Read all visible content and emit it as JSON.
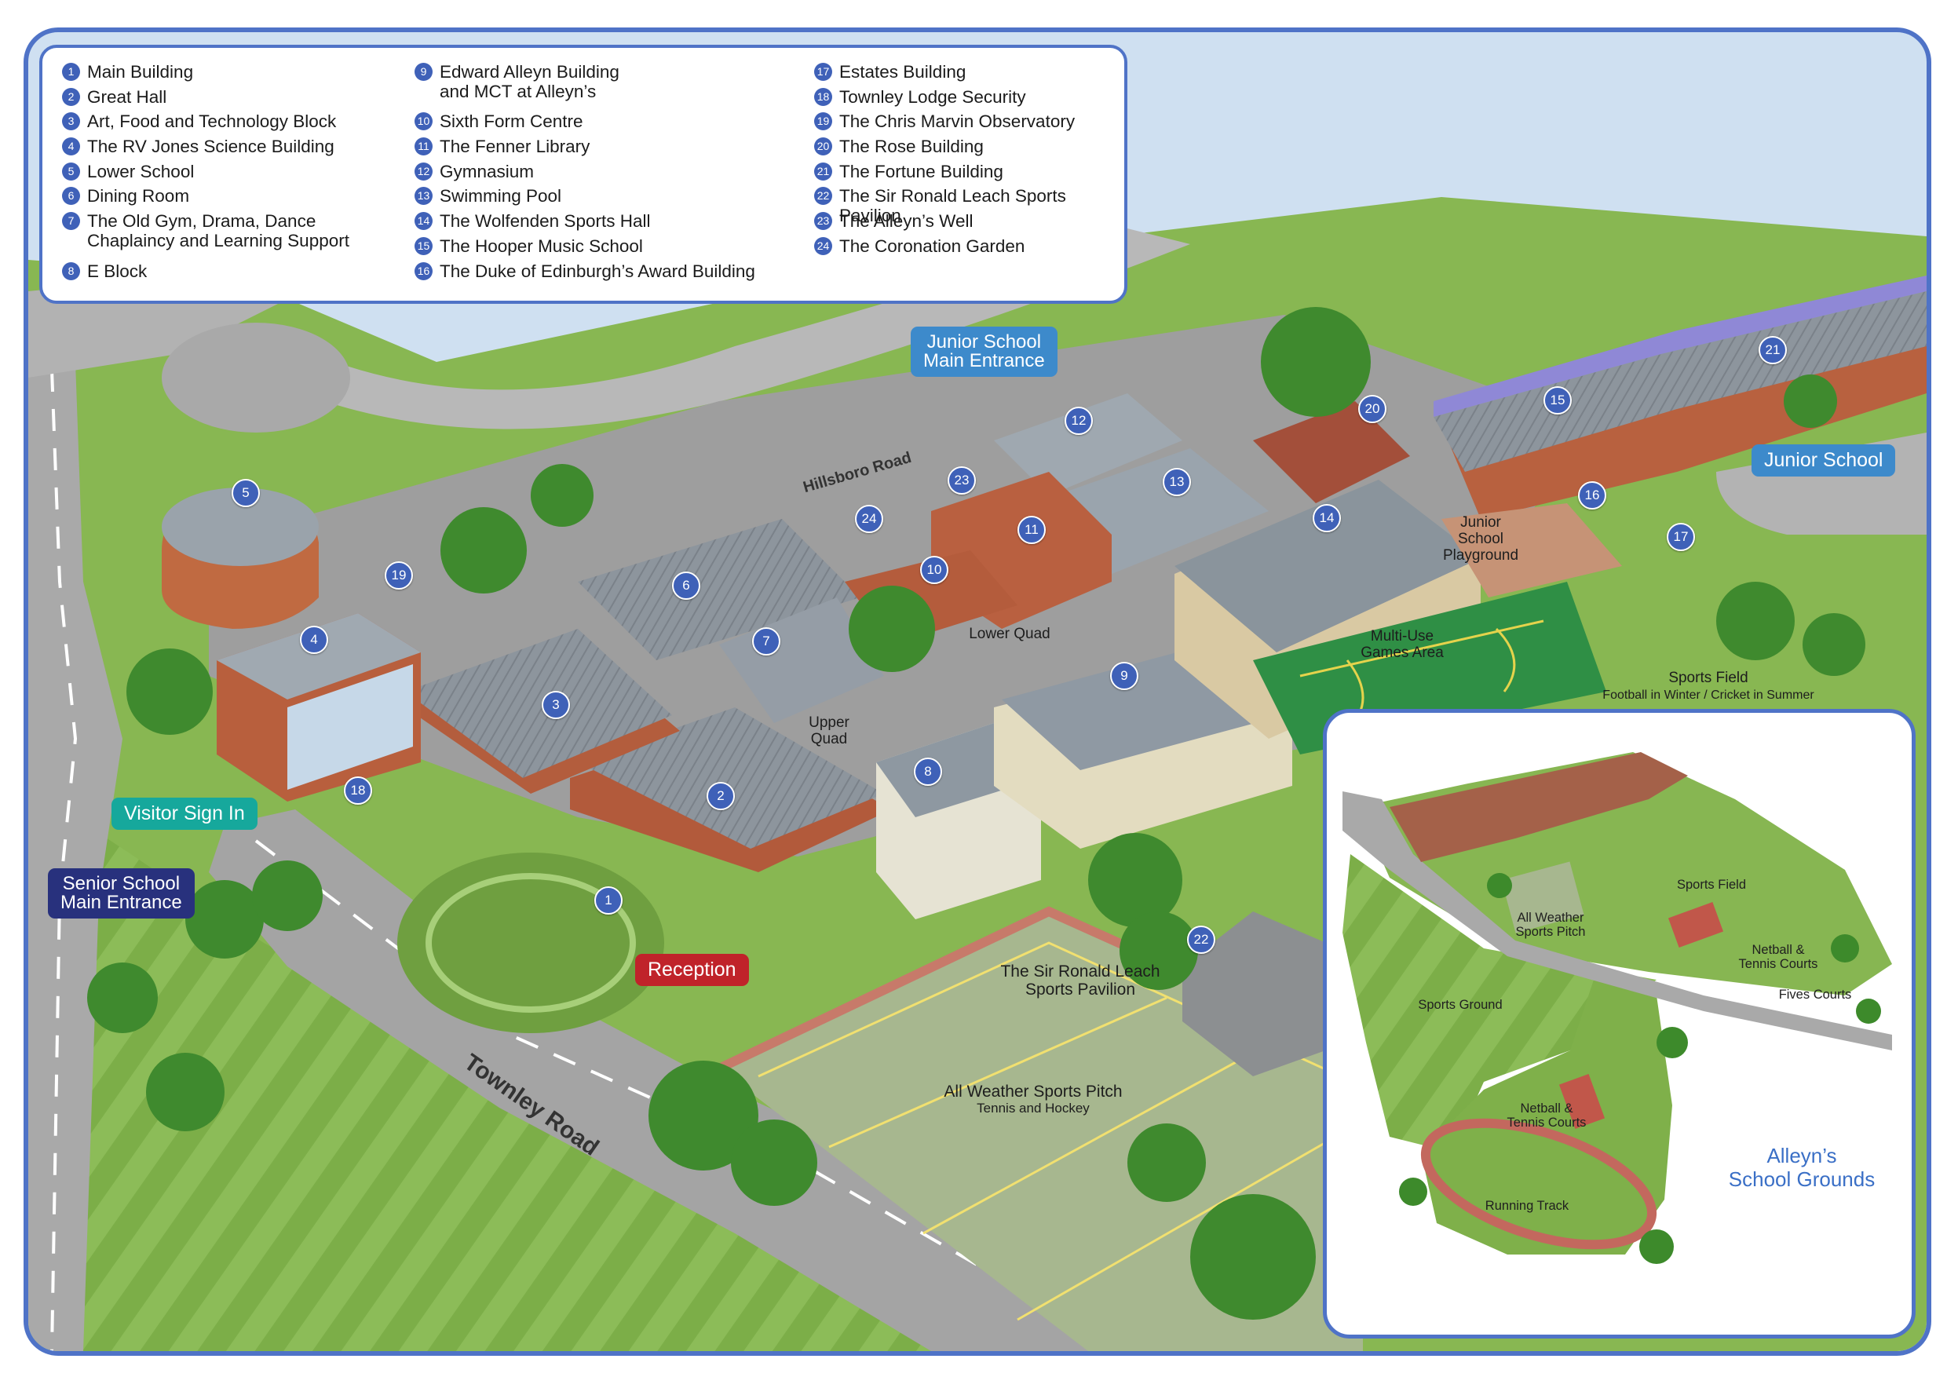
{
  "legend": {
    "columns": [
      [
        {
          "num": "1",
          "text": "Main Building"
        },
        {
          "num": "2",
          "text": "Great Hall"
        },
        {
          "num": "3",
          "text": "Art, Food and Technology Block"
        },
        {
          "num": "4",
          "text": "The RV Jones Science Building"
        },
        {
          "num": "5",
          "text": "Lower School"
        },
        {
          "num": "6",
          "text": "Dining Room"
        },
        {
          "num": "7",
          "text": "The Old Gym, Drama, Dance\nChaplaincy and Learning Support"
        },
        {
          "num": "8",
          "text": "E Block"
        }
      ],
      [
        {
          "num": "9",
          "text": "Edward Alleyn Building\nand MCT at Alleyn’s"
        },
        {
          "num": "10",
          "text": "Sixth Form Centre"
        },
        {
          "num": "11",
          "text": "The Fenner Library"
        },
        {
          "num": "12",
          "text": "Gymnasium"
        },
        {
          "num": "13",
          "text": "Swimming Pool"
        },
        {
          "num": "14",
          "text": "The Wolfenden Sports Hall"
        },
        {
          "num": "15",
          "text": "The Hooper Music School"
        },
        {
          "num": "16",
          "text": "The Duke of Edinburgh’s Award Building"
        }
      ],
      [
        {
          "num": "17",
          "text": "Estates Building"
        },
        {
          "num": "18",
          "text": "Townley Lodge Security"
        },
        {
          "num": "19",
          "text": "The Chris Marvin Observatory"
        },
        {
          "num": "20",
          "text": "The Rose Building"
        },
        {
          "num": "21",
          "text": "The Fortune Building"
        },
        {
          "num": "22",
          "text": "The Sir Ronald Leach Sports Pavilion"
        },
        {
          "num": "23",
          "text": "The Alleyn’s Well"
        },
        {
          "num": "24",
          "text": "The Coronation Garden"
        }
      ]
    ]
  },
  "callouts": {
    "junior_entrance": "Junior School\nMain Entrance",
    "junior_school": "Junior School",
    "visitor_sign_in": "Visitor Sign In",
    "senior_entrance": "Senior School\nMain Entrance",
    "reception": "Reception"
  },
  "roads": {
    "hillsboro": "Hillsboro Road",
    "townley": "Townley Road"
  },
  "areas": {
    "lower_quad": "Lower Quad",
    "upper_quad": "Upper\nQuad",
    "junior_playground": "Junior\nSchool\nPlayground",
    "muga": "Multi-Use\nGames Area",
    "sports_field": "Sports Field",
    "sports_field_sub": "Football in Winter / Cricket in Summer",
    "pavilion": "The Sir Ronald Leach\nSports Pavilion",
    "awp": "All Weather Sports Pitch",
    "awp_sub": "Tennis and Hockey"
  },
  "markers": [
    "1",
    "2",
    "3",
    "4",
    "5",
    "6",
    "7",
    "8",
    "9",
    "10",
    "11",
    "12",
    "13",
    "14",
    "15",
    "16",
    "17",
    "19",
    "18",
    "20",
    "21",
    "22",
    "23",
    "24"
  ],
  "inset": {
    "title": "Alleyn’s\nSchool Grounds",
    "sports_field": "Sports Field",
    "all_weather": "All Weather\nSports Pitch",
    "netball_top": "Netball &\nTennis Courts",
    "fives": "Fives Courts",
    "sports_ground": "Sports Ground",
    "netball_bottom": "Netball &\nTennis Courts",
    "running_track": "Running Track"
  },
  "colors": {
    "frame": "#4f73c7",
    "marker": "#3f61b8",
    "callout_blue": "#3d8acb",
    "callout_navy": "#28317d",
    "callout_teal": "#16a89c",
    "callout_red": "#c0232a",
    "grass": "#7fb24a",
    "road": "#a9a9a9",
    "sky": "#cfe0f1"
  }
}
